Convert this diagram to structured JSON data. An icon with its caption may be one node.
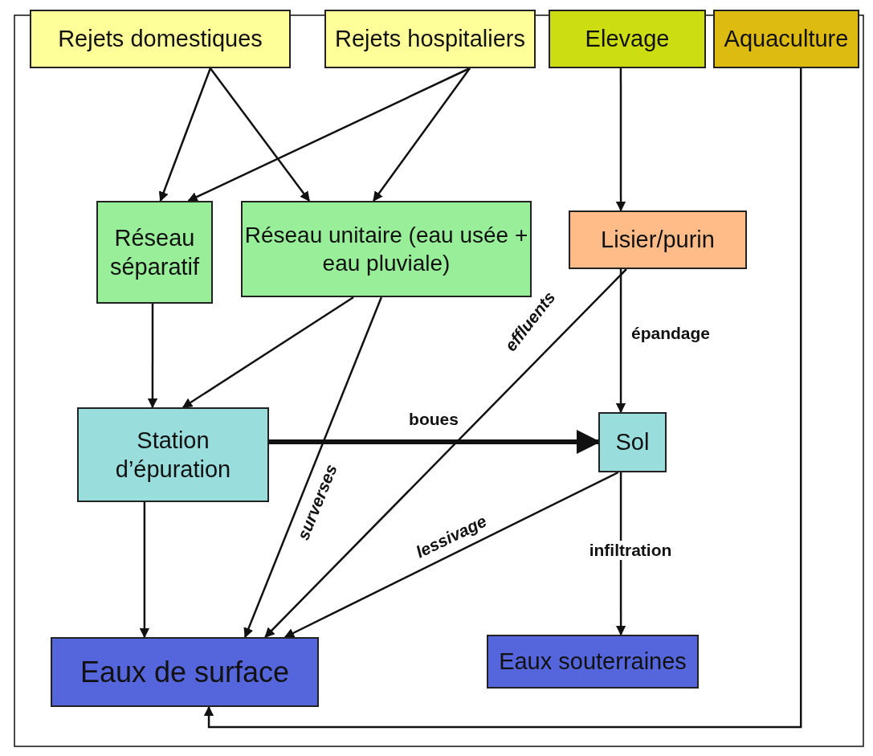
{
  "diagram": {
    "nodes": [
      {
        "text": [
          "Rejets domestiques"
        ]
      },
      {
        "text": [
          "Rejets hospitaliers"
        ]
      },
      {
        "text": [
          "Elevage"
        ]
      },
      {
        "text": [
          "Aquaculture"
        ]
      },
      {
        "text": [
          "Réseau séparatif"
        ]
      },
      {
        "text": [
          "Réseau unitaire (eau usée + eau pluviale)"
        ]
      },
      {
        "text": [
          "Lisier/purin"
        ]
      },
      {
        "text": [
          "Station d’épuration"
        ]
      },
      {
        "text": [
          "Sol"
        ]
      },
      {
        "text": [
          "Eaux de surface"
        ]
      },
      {
        "text": [
          "Eaux souterraines"
        ]
      }
    ],
    "edges": [
      {
        "from": 0,
        "to": 4,
        "arrow": "to"
      },
      {
        "from": 0,
        "to": 5,
        "arrow": "to"
      },
      {
        "from": 1,
        "to": 4,
        "arrow": "to"
      },
      {
        "from": 1,
        "to": 5,
        "arrow": "to"
      },
      {
        "from": 2,
        "to": 6,
        "arrow": "to"
      },
      {
        "from": 4,
        "to": 7,
        "arrow": "to"
      },
      {
        "from": 5,
        "to": 7,
        "arrow": "to"
      },
      {
        "from": 5,
        "to": 9,
        "arrow": "to",
        "label": "surverses"
      },
      {
        "from": 6,
        "to": 9,
        "arrow": "to",
        "label": "effluents"
      },
      {
        "from": 6,
        "to": 8,
        "arrow": "to",
        "label": "épandage"
      },
      {
        "from": 7,
        "to": 8,
        "arrow": "to",
        "label": "boues",
        "style": "thick"
      },
      {
        "from": 7,
        "to": 9,
        "arrow": "to"
      },
      {
        "from": 8,
        "to": 9,
        "arrow": "to",
        "label": "lessivage"
      },
      {
        "from": 8,
        "to": 10,
        "arrow": "to",
        "label": "infiltration"
      },
      {
        "from": 3,
        "to": 9,
        "arrow": "to"
      }
    ]
  }
}
